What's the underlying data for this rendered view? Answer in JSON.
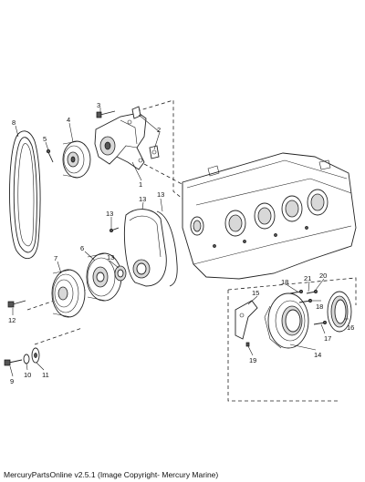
{
  "footer": {
    "caption": "MercuryPartsOnline v2.5.1 (Image Copyright- Mercury Marine)"
  },
  "callouts": {
    "c1": "1",
    "c2": "2",
    "c3": "3",
    "c4": "4",
    "c5": "5",
    "c6": "6",
    "c7": "7",
    "c8": "8",
    "c9": "9",
    "c10": "10",
    "c11": "11",
    "c12": "12",
    "c13a": "13",
    "c13b": "13",
    "c13c": "13",
    "c13d": "13",
    "c14": "14",
    "c15": "15",
    "c16": "16",
    "c17": "17",
    "c18a": "18",
    "c18b": "18",
    "c19": "19",
    "c20": "20",
    "c21": "21"
  }
}
